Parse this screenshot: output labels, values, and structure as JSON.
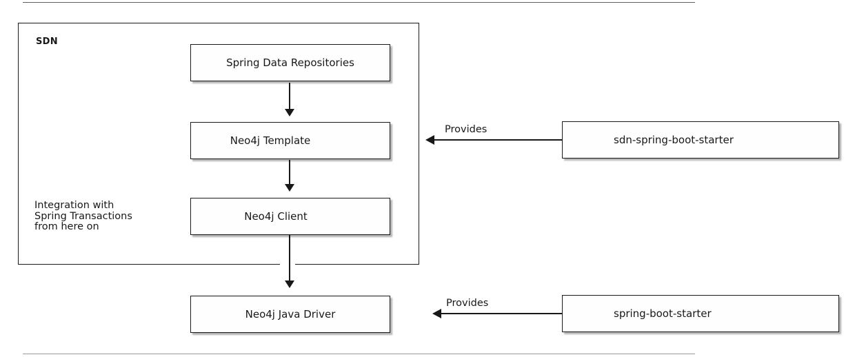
{
  "package": {
    "title": "SDN"
  },
  "note": {
    "line1": "Integration with",
    "line2": "Spring Transactions",
    "line3": "from here on"
  },
  "nodes": {
    "repositories": "Spring Data Repositories",
    "template": "Neo4j Template",
    "client": "Neo4j Client",
    "driver": "Neo4j Java Driver",
    "sdn_starter": "sdn-spring-boot-starter",
    "boot_starter": "spring-boot-starter"
  },
  "edges": {
    "provides_top": "Provides",
    "provides_bottom": "Provides"
  },
  "colors": {
    "background": "#ffffff",
    "node_fill": "#fefefe",
    "line": "#181818",
    "shadow": "rgba(0,0,0,0.30)"
  }
}
